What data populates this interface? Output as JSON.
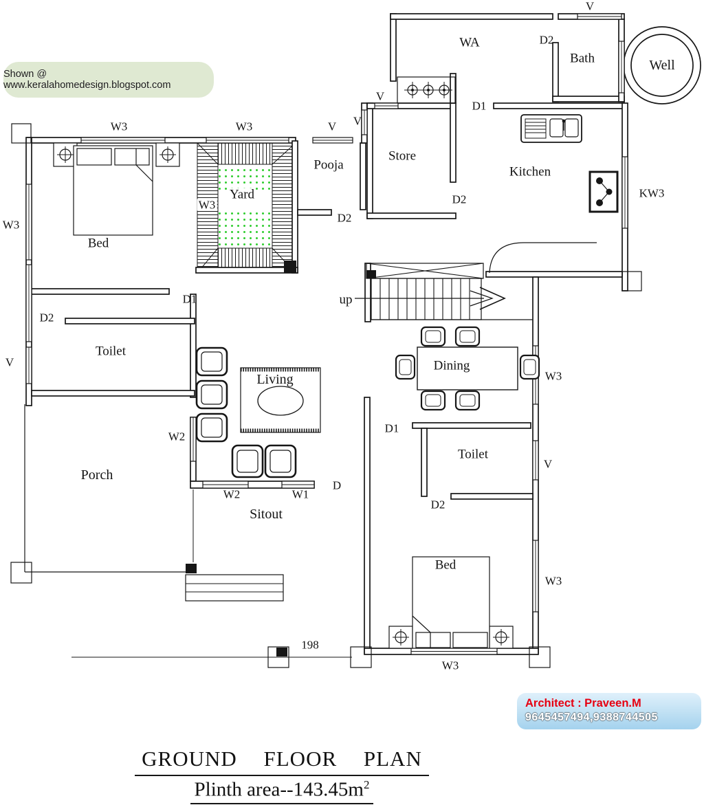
{
  "watermark": {
    "text": "Shown @  www.keralahomedesign.blogspot.com"
  },
  "architect": {
    "line1": "Architect : Praveen.M",
    "line2": "9645457494,9388744505"
  },
  "title": {
    "line1": "GROUND FLOOR PLAN",
    "line2": "Plinth area--143.45m",
    "line2_sup": "2"
  },
  "rooms": {
    "wa": "WA",
    "bath": "Bath",
    "well": "Well",
    "store": "Store",
    "pooja": "Pooja",
    "kitchen": "Kitchen",
    "bed_top": "Bed",
    "yard": "Yard",
    "toilet_left": "Toilet",
    "living": "Living",
    "dining": "Dining",
    "porch": "Porch",
    "toilet_right": "Toilet",
    "sitout": "Sitout",
    "bed_bottom": "Bed"
  },
  "codes": {
    "v_top": "V",
    "d2_bath": "D2",
    "v_store_top": "V",
    "d1_wa": "D1",
    "w3_top_left": "W3",
    "w3_top_yard": "W3",
    "v_pooja_h": "V",
    "v_pooja_v": "V",
    "kw3": "KW3",
    "w3_left": "W3",
    "d2_store": "D2",
    "d2_pooja": "D2",
    "w3_yard": "W3",
    "d1_yard": "D1",
    "up": "up",
    "d2_toilet_left": "D2",
    "v_left": "V",
    "w3_dining": "W3",
    "w2_living": "W2",
    "d1_toilet_right": "D1",
    "v_right": "V",
    "w2_sitout": "W2",
    "w1_sitout": "W1",
    "d_sitout": "D",
    "d2_toilet_right": "D2",
    "w3_bed_right": "W3",
    "dim_198": "198",
    "w3_bed_bottom": "W3"
  },
  "colors": {
    "wall": "#161616",
    "grass": "#2ecc2e",
    "watermark_bg": "#dfe9d2",
    "badge_bg": "#bfe0f3",
    "badge_accent": "#e60012"
  }
}
